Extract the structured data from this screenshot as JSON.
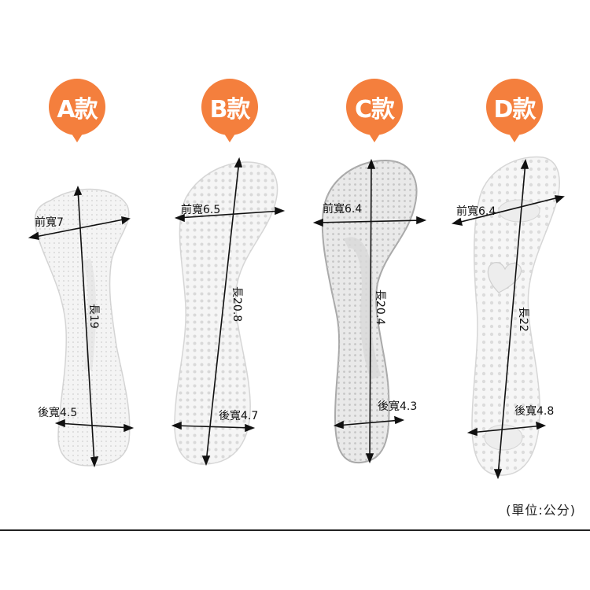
{
  "unit_note": "(單位:公分)",
  "colors": {
    "badge": "#f47f3d",
    "line": "#111111"
  },
  "insoles": [
    {
      "badge": "A款",
      "front": "前寬7",
      "length": "長19",
      "back": "後寬4.5"
    },
    {
      "badge": "B款",
      "front": "前寬6.5",
      "length": "長20.8",
      "back": "後寬4.7"
    },
    {
      "badge": "C款",
      "front": "前寬6.4",
      "length": "長20.4",
      "back": "後寬4.3"
    },
    {
      "badge": "D款",
      "front": "前寬6.4",
      "length": "長22",
      "back": "後寬4.8"
    }
  ]
}
